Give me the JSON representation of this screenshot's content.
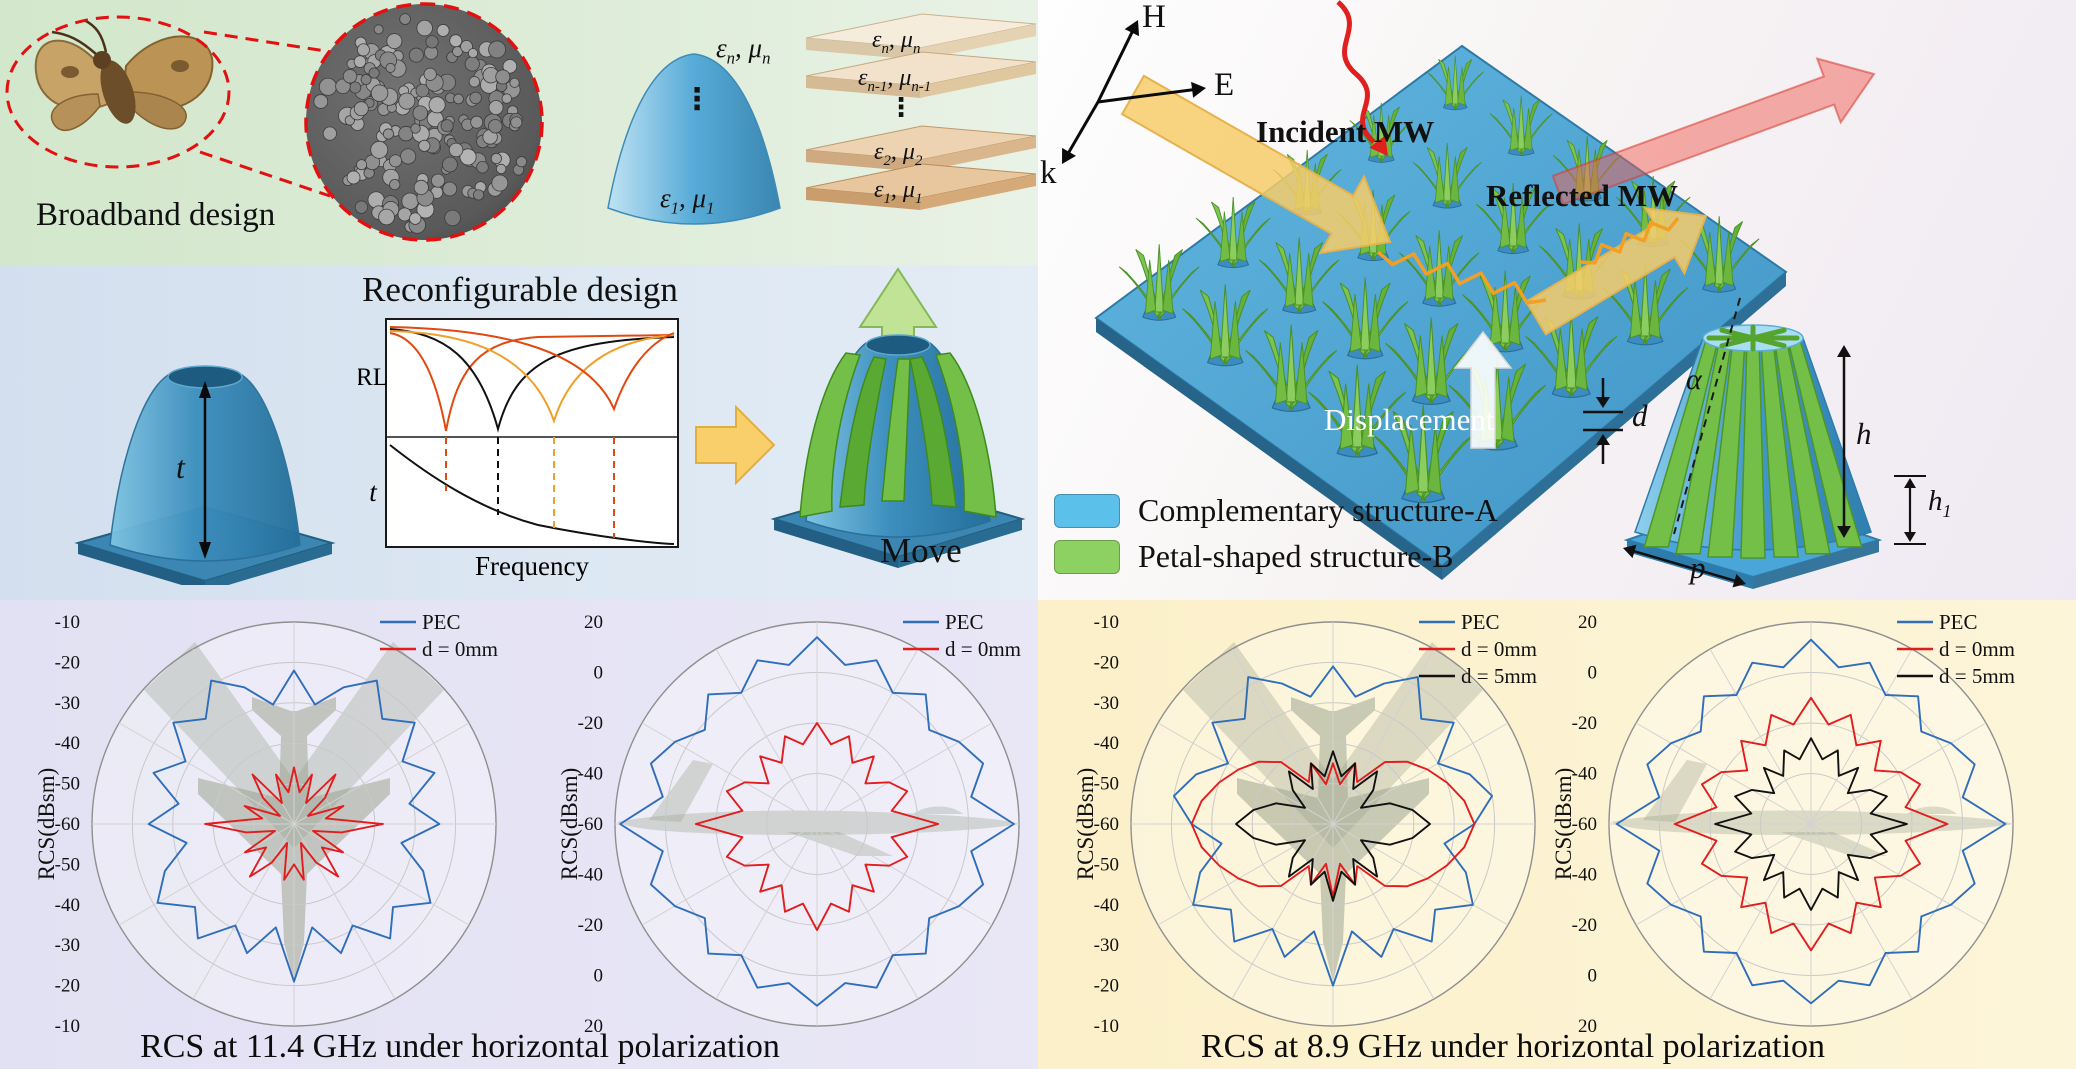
{
  "figure": {
    "broadband": {
      "title": "Broadband design",
      "cone": {
        "top_label": "ε~n~, μ~n~",
        "dots": "⋮",
        "bottom_label": "ε~1~, μ~1~"
      },
      "stack": {
        "labels": [
          "ε~n~, μ~n~",
          "ε~n-1~, μ~n-1~",
          "⋮",
          "ε~2~, μ~2~",
          "ε~1~, μ~1~"
        ]
      }
    },
    "reconfigurable": {
      "title": "Reconfigurable design",
      "thickness_label": "t",
      "inset": {
        "ylabel_top": "RL",
        "ylabel_bottom": "t",
        "xlabel": "Frequency"
      },
      "move_label": "Move"
    },
    "scene": {
      "axis_labels": {
        "h": "H",
        "e": "E",
        "k": "k"
      },
      "incident_label": "Incident MW",
      "reflected_label": "Reflected MW",
      "displacement_label": "Displacement",
      "gap_label": "d",
      "unit_cell": {
        "alpha": "α",
        "height": "h",
        "petal_height": "h~1~",
        "period": "p"
      },
      "legend": [
        {
          "color": "#5bc0ea",
          "label": "Complementary structure-A"
        },
        {
          "color": "#8ed163",
          "label": "Petal-shaped structure-B"
        }
      ]
    },
    "captions": {
      "left": "RCS at 11.4 GHz under horizontal polarization",
      "right": "RCS at 8.9 GHz under horizontal polarization"
    }
  },
  "chart_data": [
    {
      "type": "polar",
      "id": "rcs-11p4ghz-top-view",
      "r_axis_label": "RCS(dBsm)",
      "r_range": [
        -60,
        -10
      ],
      "r_ticks": [
        -10,
        -20,
        -30,
        -40,
        -50,
        -60
      ],
      "angle_step_deg": 10,
      "angle_start": "top",
      "angle_direction": "cw",
      "background": "jet-top",
      "series": [
        {
          "name": "PEC",
          "color": "#2f6eba",
          "values": [
            -22,
            -30,
            -24,
            -19,
            -26,
            -21,
            -29,
            -23,
            -31,
            -24,
            -33,
            -26,
            -21,
            -28,
            -23,
            -31,
            -26,
            -34,
            -21,
            -34,
            -26,
            -31,
            -23,
            -28,
            -21,
            -26,
            -33,
            -24,
            -31,
            -23,
            -29,
            -21,
            -26,
            -19,
            -24,
            -30
          ]
        },
        {
          "name": "d = 0mm",
          "color": "#e11d1d",
          "values": [
            -46,
            -52,
            -47,
            -54,
            -44,
            -50,
            -56,
            -47,
            -52,
            -38,
            -48,
            -55,
            -46,
            -51,
            -43,
            -49,
            -55,
            -46,
            -50,
            -46,
            -55,
            -49,
            -43,
            -51,
            -46,
            -55,
            -48,
            -38,
            -52,
            -47,
            -56,
            -50,
            -44,
            -54,
            -47,
            -52
          ]
        }
      ]
    },
    {
      "type": "polar",
      "id": "rcs-11p4ghz-side-view",
      "r_axis_label": "RCS(dBsm)",
      "r_range": [
        -60,
        20
      ],
      "r_ticks": [
        20,
        0,
        -20,
        -40,
        -60
      ],
      "angle_step_deg": 10,
      "angle_start": "top",
      "angle_direction": "cw",
      "background": "jet-side",
      "series": [
        {
          "name": "PEC",
          "color": "#2f6eba",
          "values": [
            14,
            4,
            9,
            0,
            7,
            -2,
            5,
            10,
            2,
            18,
            2,
            10,
            5,
            -2,
            7,
            0,
            9,
            4,
            12,
            4,
            9,
            0,
            7,
            -2,
            5,
            10,
            2,
            18,
            2,
            10,
            5,
            -2,
            7,
            0,
            9,
            4
          ]
        },
        {
          "name": "d = 0mm",
          "color": "#e11d1d",
          "values": [
            -20,
            -28,
            -23,
            -32,
            -25,
            -35,
            -27,
            -22,
            -30,
            -12,
            -30,
            -22,
            -27,
            -35,
            -25,
            -32,
            -23,
            -28,
            -18,
            -28,
            -23,
            -32,
            -25,
            -35,
            -27,
            -22,
            -30,
            -12,
            -30,
            -22,
            -27,
            -35,
            -25,
            -32,
            -23,
            -28
          ]
        }
      ]
    },
    {
      "type": "polar",
      "id": "rcs-8p9ghz-top-view",
      "r_axis_label": "RCS(dBsm)",
      "r_range": [
        -60,
        -10
      ],
      "r_ticks": [
        -10,
        -20,
        -30,
        -40,
        -50,
        -60
      ],
      "angle_step_deg": 10,
      "angle_start": "top",
      "angle_direction": "cw",
      "background": "jet-top",
      "series": [
        {
          "name": "PEC",
          "color": "#2f6eba",
          "values": [
            -21,
            -28,
            -23,
            -18,
            -26,
            -21,
            -30,
            -24,
            -20,
            -25,
            -32,
            -25,
            -20,
            -27,
            -22,
            -30,
            -25,
            -33,
            -20,
            -33,
            -25,
            -30,
            -22,
            -27,
            -20,
            -25,
            -32,
            -25,
            -20,
            -24,
            -30,
            -21,
            -26,
            -18,
            -23,
            -28
          ]
        },
        {
          "name": "d = 0mm",
          "color": "#e11d1d",
          "values": [
            -45,
            -50,
            -44,
            -48,
            -40,
            -36,
            -33,
            -30,
            -27,
            -25,
            -27,
            -30,
            -33,
            -36,
            -40,
            -48,
            -44,
            -50,
            -42,
            -50,
            -44,
            -48,
            -40,
            -36,
            -33,
            -30,
            -27,
            -25,
            -27,
            -30,
            -33,
            -36,
            -40,
            -48,
            -44,
            -50
          ]
        },
        {
          "name": "d = 5mm",
          "color": "#111111",
          "values": [
            -42,
            -48,
            -44,
            -50,
            -43,
            -47,
            -52,
            -45,
            -40,
            -36,
            -40,
            -45,
            -52,
            -47,
            -43,
            -50,
            -44,
            -48,
            -41,
            -48,
            -44,
            -50,
            -43,
            -47,
            -52,
            -45,
            -40,
            -36,
            -40,
            -45,
            -52,
            -47,
            -43,
            -50,
            -44,
            -48
          ]
        }
      ]
    },
    {
      "type": "polar",
      "id": "rcs-8p9ghz-side-view",
      "r_axis_label": "RCS(dBsm)",
      "r_range": [
        -60,
        20
      ],
      "r_ticks": [
        20,
        0,
        -20,
        -40,
        -60
      ],
      "angle_step_deg": 10,
      "angle_start": "top",
      "angle_direction": "cw",
      "background": "jet-side",
      "series": [
        {
          "name": "PEC",
          "color": "#2f6eba",
          "values": [
            13,
            3,
            8,
            -1,
            6,
            -3,
            4,
            9,
            1,
            17,
            1,
            9,
            4,
            -3,
            6,
            -1,
            8,
            3,
            11,
            3,
            8,
            -1,
            6,
            -3,
            4,
            9,
            1,
            17,
            1,
            9,
            4,
            -3,
            6,
            -1,
            8,
            3
          ]
        },
        {
          "name": "d = 0mm",
          "color": "#e11d1d",
          "values": [
            -10,
            -20,
            -14,
            -24,
            -17,
            -27,
            -19,
            -14,
            -22,
            -6,
            -22,
            -14,
            -19,
            -27,
            -17,
            -24,
            -14,
            -20,
            -10,
            -20,
            -14,
            -24,
            -17,
            -27,
            -19,
            -14,
            -22,
            -6,
            -22,
            -14,
            -19,
            -27,
            -17,
            -24,
            -14,
            -20
          ]
        },
        {
          "name": "d = 5mm",
          "color": "#111111",
          "values": [
            -26,
            -34,
            -29,
            -38,
            -31,
            -41,
            -33,
            -28,
            -36,
            -22,
            -36,
            -28,
            -33,
            -41,
            -31,
            -38,
            -29,
            -34,
            -26,
            -34,
            -29,
            -38,
            -31,
            -41,
            -33,
            -28,
            -36,
            -22,
            -36,
            -28,
            -33,
            -41,
            -31,
            -38,
            -29,
            -34
          ]
        }
      ]
    }
  ]
}
